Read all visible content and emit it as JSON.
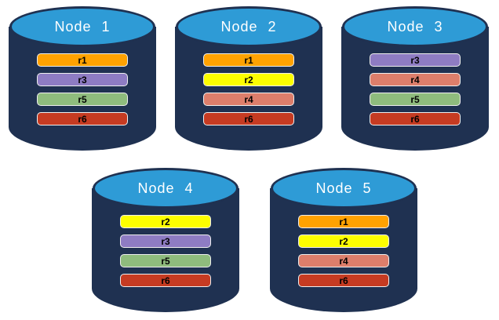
{
  "diagram": {
    "description": "Five database nodes each storing four replicas"
  },
  "colors": {
    "canvas_bg": "#FFFFFF",
    "cylinder_body": "#1F3151",
    "cylinder_top": "#2E9BD6",
    "title_text": "#FFFFFF",
    "bar_border": "#EFEFEF",
    "bar_text": "#000000",
    "replicas": {
      "r1": "#FFA201",
      "r2": "#FDFE00",
      "r3": "#8E7CC3",
      "r4": "#DD7E6B",
      "r5": "#8FBC7D",
      "r6": "#C63B22"
    }
  },
  "nodes": [
    {
      "label": "Node 1",
      "replicas": [
        "r1",
        "r3",
        "r5",
        "r6"
      ]
    },
    {
      "label": "Node 2",
      "replicas": [
        "r1",
        "r2",
        "r4",
        "r6"
      ]
    },
    {
      "label": "Node 3",
      "replicas": [
        "r3",
        "r4",
        "r5",
        "r6"
      ]
    },
    {
      "label": "Node 4",
      "replicas": [
        "r2",
        "r3",
        "r5",
        "r6"
      ]
    },
    {
      "label": "Node 5",
      "replicas": [
        "r1",
        "r2",
        "r4",
        "r6"
      ]
    }
  ]
}
